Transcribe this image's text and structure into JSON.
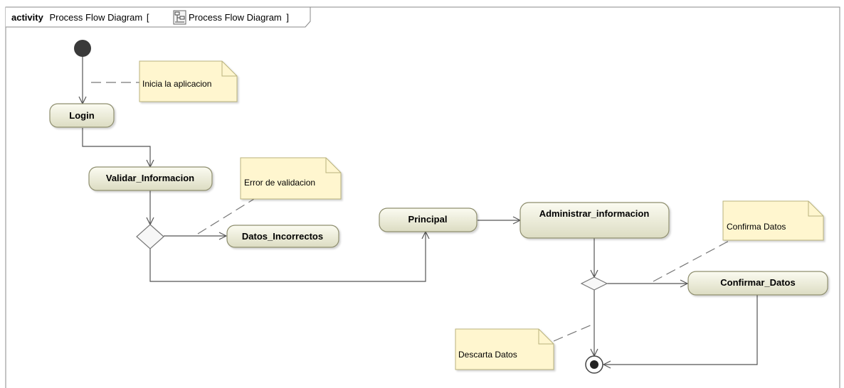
{
  "frame": {
    "keyword": "activity",
    "name": "Process Flow Diagram",
    "bracket_open": "[",
    "ref_name": "Process Flow Diagram",
    "bracket_close": "]",
    "icon": "activity-diagram-icon"
  },
  "actions": {
    "login": "Login",
    "validar": "Validar_Informacion",
    "datos_incorrectos": "Datos_Incorrectos",
    "principal": "Principal",
    "administrar": "Administrar_informacion",
    "confirmar": "Confirmar_Datos"
  },
  "notes": {
    "inicia": "Inicia la aplicacion",
    "error": "Error de validacion",
    "confirma": "Confirma Datos",
    "descarta": "Descarta Datos"
  },
  "colors": {
    "action_fill_light": "#fbfbf1",
    "action_fill_dark": "#dedec6",
    "action_stroke": "#8e8e6e",
    "note_fill": "#fff6cf",
    "note_stroke": "#b9b37c",
    "line": "#555555"
  }
}
